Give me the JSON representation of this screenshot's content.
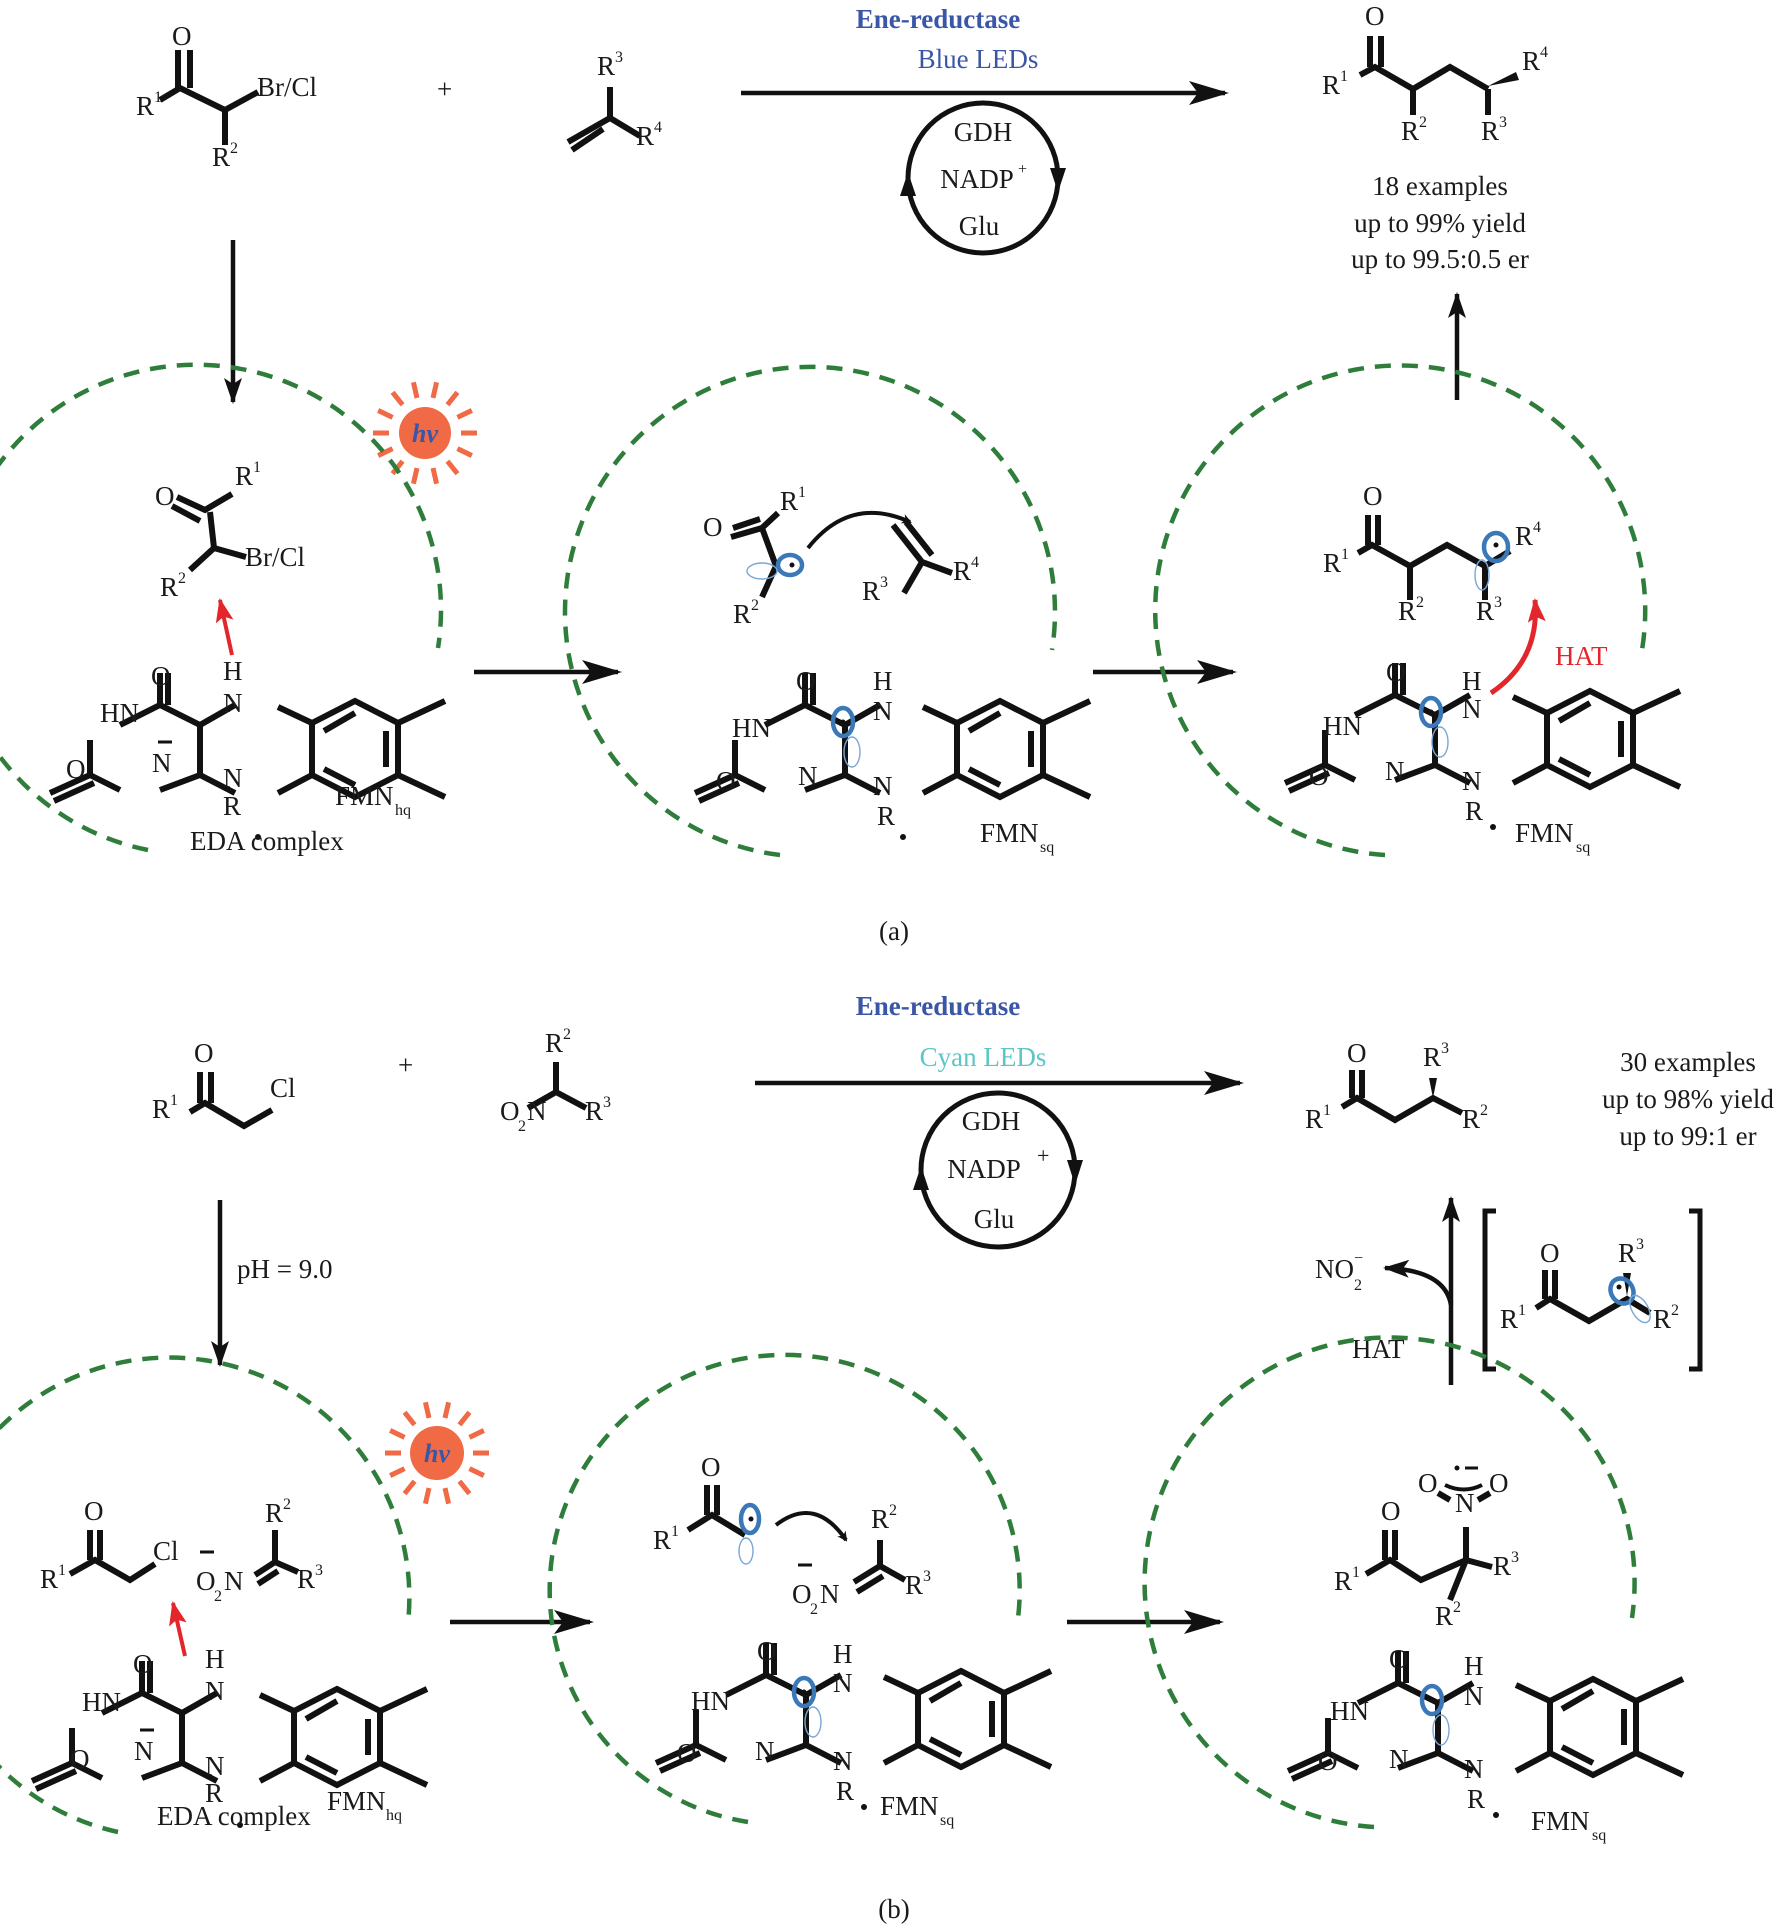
{
  "figure": {
    "panel_a": {
      "label": "(a)",
      "reagent_1": {
        "atoms": [
          "O",
          "R",
          "Br/Cl",
          "R"
        ],
        "sup": [
          "1",
          "2"
        ]
      },
      "plus": "+",
      "reagent_2": {
        "atoms": [
          "R",
          "R"
        ],
        "sup": [
          "3",
          "4"
        ]
      },
      "conditions": {
        "enzyme": "Ene-reductase",
        "light": "Blue  LEDs",
        "light_color": "#3a57a7"
      },
      "cofactor_cycle": [
        "GDH",
        "NADP",
        "Glu"
      ],
      "cofactor_charge": "+",
      "product": {
        "atoms": [
          "O",
          "R",
          "R",
          "R",
          "R"
        ],
        "sup": [
          "1",
          "2",
          "3",
          "4"
        ]
      },
      "results": [
        "18 examples",
        "up to 99% yield",
        "up to 99.5:0.5 er"
      ],
      "hv_label": "hv",
      "step1": {
        "substrate_atoms": [
          "O",
          "R",
          "Br/Cl",
          "R"
        ],
        "sup": [
          "1",
          "2"
        ],
        "flavin_label": "FMN",
        "flavin_sub": "hq",
        "caption": "EDA complex"
      },
      "step2": {
        "substrate_atoms": [
          "O",
          "R",
          "R",
          "R",
          "R"
        ],
        "sup": [
          "1",
          "2",
          "3",
          "4"
        ],
        "flavin_label": "FMN",
        "flavin_sub": "sq"
      },
      "step3": {
        "substrate_atoms": [
          "O",
          "R",
          "R",
          "R",
          "R"
        ],
        "sup": [
          "1",
          "2",
          "3",
          "4"
        ],
        "hat": "HAT",
        "flavin_label": "FMN",
        "flavin_sub": "sq"
      }
    },
    "panel_b": {
      "label": "(b)",
      "reagent_1": {
        "atoms": [
          "O",
          "R",
          "Cl"
        ],
        "sup": [
          "1"
        ]
      },
      "plus": "+",
      "reagent_2": {
        "atoms": [
          "O",
          "N",
          "R",
          "R"
        ],
        "sub": "2",
        "sup": [
          "2",
          "3"
        ]
      },
      "conditions": {
        "enzyme": "Ene-reductase",
        "light": "Cyan  LEDs",
        "light_color": "#5cc6c6"
      },
      "cofactor_cycle": [
        "GDH",
        "NADP",
        "Glu"
      ],
      "cofactor_charge": "+",
      "base_condition": "pH = 9.0",
      "product": {
        "atoms": [
          "O",
          "R",
          "R",
          "R"
        ],
        "sup": [
          "1",
          "3",
          "2"
        ]
      },
      "results": [
        "30 examples",
        "up to 98% yield",
        "up to 99:1 er"
      ],
      "byproduct": {
        "text": "NO",
        "sub": "2",
        "charge": "−"
      },
      "hat": "HAT",
      "bracket_intermediate": {
        "atoms": [
          "O",
          "R",
          "R",
          "R"
        ],
        "sup": [
          "3",
          "1",
          "2"
        ]
      },
      "hv_label": "hv",
      "step1": {
        "substrate_atoms": [
          "O",
          "R",
          "Cl",
          "R",
          "R",
          "O",
          "N"
        ],
        "sup": [
          "1",
          "2",
          "3"
        ],
        "flavin_label": "FMN",
        "flavin_sub": "hq",
        "caption": "EDA complex"
      },
      "step2": {
        "substrate_atoms": [
          "O",
          "R",
          "R",
          "R",
          "O",
          "N"
        ],
        "sup": [
          "1",
          "2",
          "3"
        ],
        "flavin_label": "FMN",
        "flavin_sub": "sq"
      },
      "step3": {
        "substrate_atoms": [
          "O",
          "R",
          "R",
          "R",
          "O",
          "N",
          "O"
        ],
        "sup": [
          "1",
          "3",
          "2"
        ],
        "flavin_label": "FMN",
        "flavin_sub": "sq"
      }
    },
    "flavin_atoms": [
      "O",
      "HN",
      "O",
      "N",
      "H",
      "N",
      "N",
      "R"
    ],
    "colors": {
      "enzyme": "#3a57a7",
      "blue_led": "#3a57a7",
      "cyan_led": "#5cc6c6",
      "hv_sun": "#ef6a45",
      "hv_text": "#3a57a7",
      "hat_red": "#e2262b",
      "pocket_dash": "#2e7d3a",
      "orbital": "#3b78b8"
    }
  }
}
